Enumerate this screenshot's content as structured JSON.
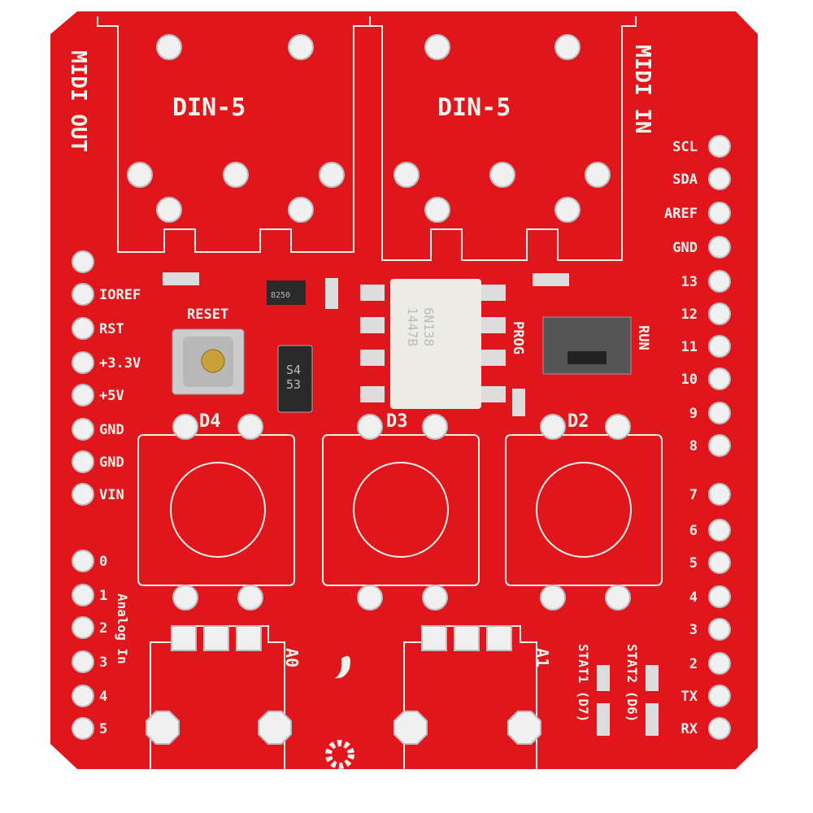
{
  "board": {
    "colors": {
      "pcb": "#e0161c",
      "silkscreen": "#f4f0ea",
      "pad": "#e6e6e6",
      "ic_body": "#ecebe6",
      "chip_dark": "#2a2a2a"
    },
    "midi_out_label": "MIDI OUT",
    "midi_in_label": "MIDI IN",
    "din_left_label": "DIN-5",
    "din_right_label": "DIN-5",
    "reset_label": "RESET",
    "prog_label": "PROG",
    "run_label": "RUN",
    "optocoupler": {
      "line1": "6N138",
      "line2": "1447B"
    },
    "diode_marking": {
      "line1": "S4",
      "line2": "53"
    },
    "transistor_marking": "8250",
    "buttons": [
      "D4",
      "D3",
      "D2"
    ],
    "pots": [
      "A0",
      "A1"
    ],
    "analog_in_label": "Analog In",
    "stat1_label": "STAT1 (D7)",
    "stat2_label": "STAT2 (D6)",
    "left_header_power": [
      "IOREF",
      "RST",
      "+3.3V",
      "+5V",
      "GND",
      "GND",
      "VIN"
    ],
    "left_header_analog": [
      "0",
      "1",
      "2",
      "3",
      "4",
      "5"
    ],
    "right_header": [
      "SCL",
      "SDA",
      "AREF",
      "GND",
      "13",
      "12",
      "11",
      "10",
      "9",
      "8",
      "7",
      "6",
      "5",
      "4",
      "3",
      "2",
      "TX",
      "RX"
    ]
  }
}
